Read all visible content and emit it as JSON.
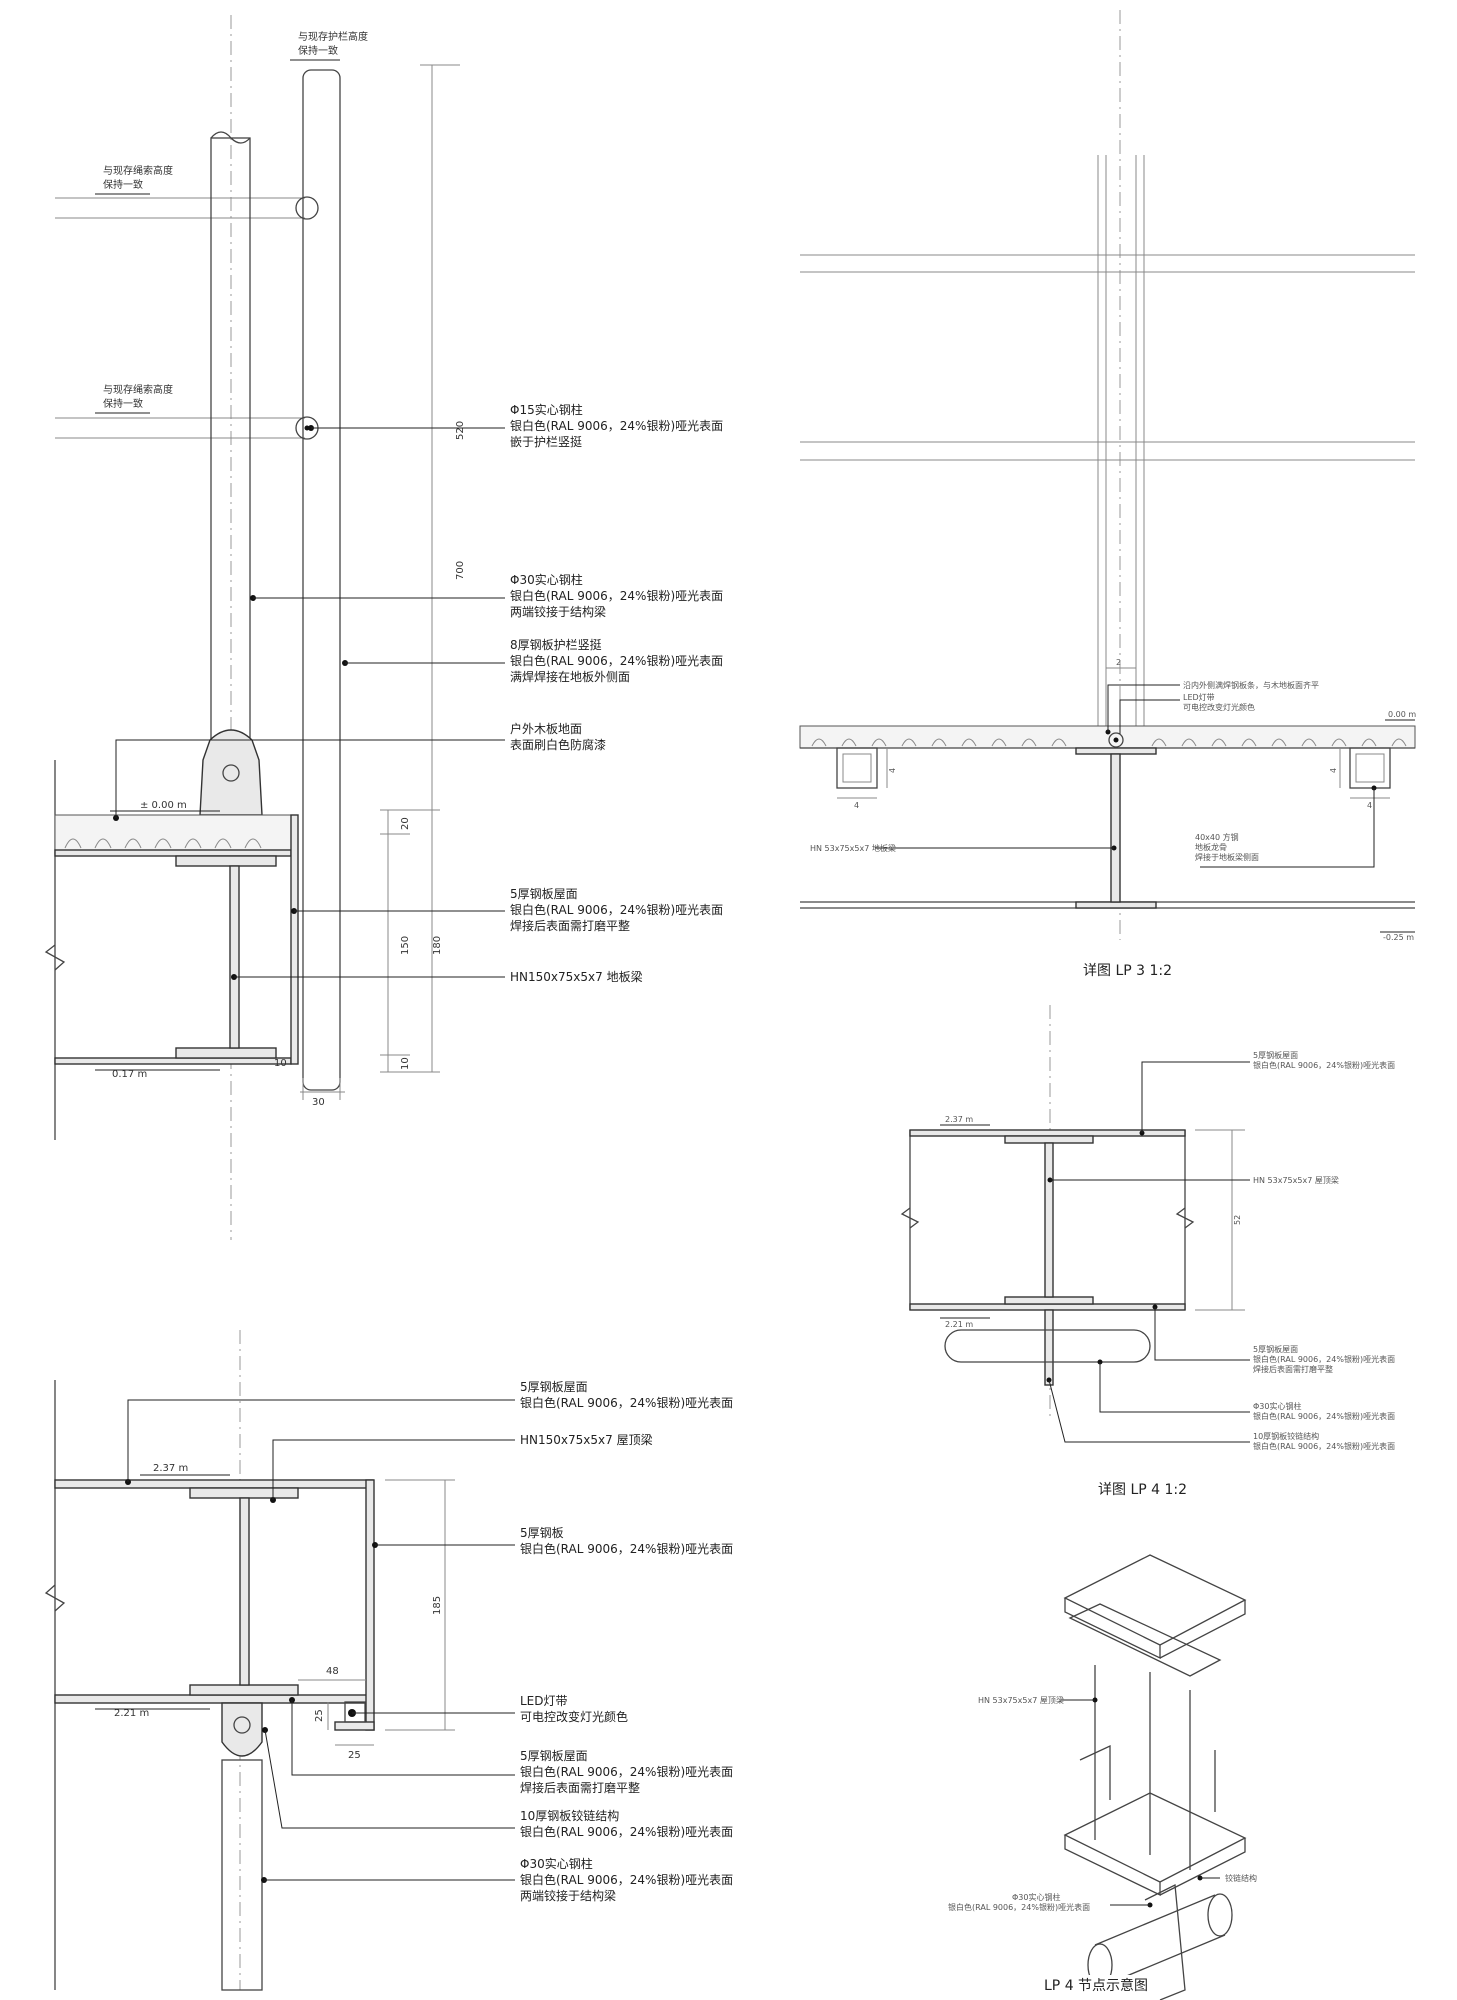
{
  "detail_a": {
    "note_top": [
      "与现存护栏高度",
      "保持一致"
    ],
    "note_cable1": [
      "与现存绳索高度",
      "保持一致"
    ],
    "note_cable2": [
      "与现存绳索高度",
      "保持一致"
    ],
    "level_0": "± 0.00 m",
    "level_017": "0.17 m",
    "dims": {
      "d520": "520",
      "d700": "700",
      "d20": "20",
      "d150": "150",
      "d180": "180",
      "d10a": "10",
      "d10b": "10",
      "d30": "30"
    },
    "callouts": [
      {
        "lines": [
          "Φ15实心钢柱",
          "银白色(RAL 9006，24%银粉)哑光表面",
          "嵌于护栏竖挺"
        ]
      },
      {
        "lines": [
          "Φ30实心钢柱",
          "银白色(RAL 9006，24%银粉)哑光表面",
          "两端铰接于结构梁"
        ]
      },
      {
        "lines": [
          "8厚钢板护栏竖挺",
          "银白色(RAL 9006，24%银粉)哑光表面",
          "满焊焊接在地板外侧面"
        ]
      },
      {
        "lines": [
          "户外木板地面",
          "表面刷白色防腐漆"
        ]
      },
      {
        "lines": [
          "5厚钢板屋面",
          "银白色(RAL 9006，24%银粉)哑光表面",
          "焊接后表面需打磨平整"
        ]
      },
      {
        "lines": [
          "HN150x75x5x7 地板梁"
        ]
      }
    ]
  },
  "detail_b": {
    "level_237": "2.37 m",
    "level_221": "2.21 m",
    "dims": {
      "d48": "48",
      "d185": "185",
      "d25a": "25",
      "d25b": "25"
    },
    "callouts": [
      {
        "lines": [
          "5厚钢板屋面",
          "银白色(RAL 9006，24%银粉)哑光表面"
        ]
      },
      {
        "lines": [
          "HN150x75x5x7 屋顶梁"
        ]
      },
      {
        "lines": [
          "5厚钢板",
          "银白色(RAL 9006，24%银粉)哑光表面"
        ]
      },
      {
        "lines": [
          "LED灯带",
          "可电控改变灯光颜色"
        ]
      },
      {
        "lines": [
          "5厚钢板屋面",
          "银白色(RAL 9006，24%银粉)哑光表面",
          "焊接后表面需打磨平整"
        ]
      },
      {
        "lines": [
          "10厚钢板铰链结构",
          "银白色(RAL 9006，24%银粉)哑光表面"
        ]
      },
      {
        "lines": [
          "Φ30实心钢柱",
          "银白色(RAL 9006，24%银粉)哑光表面",
          "两端铰接于结构梁"
        ]
      }
    ]
  },
  "detail_lp3": {
    "caption": "详图 LP 3 1:2",
    "dim_top": "2",
    "dim_l": "4",
    "dim_r": "4",
    "dim_bl": "4",
    "dim_br": "4",
    "level_r": "0.00 m",
    "level_br": "-0.25 m",
    "callouts": [
      {
        "lines": [
          "沿内外侧满焊钢板条，与木地板面齐平"
        ]
      },
      {
        "lines": [
          "LED灯带",
          "可电控改变灯光颜色"
        ]
      },
      {
        "lines": [
          "HN 53x75x5x7 地板梁"
        ]
      },
      {
        "lines": [
          "40x40 方钢",
          "地板龙骨",
          "焊接于地板梁侧面"
        ]
      }
    ]
  },
  "detail_lp4": {
    "caption": "详图 LP 4 1:2",
    "level_top": "2.37 m",
    "level_bot": "2.21 m",
    "dim_h": "52",
    "callouts": [
      {
        "lines": [
          "5厚钢板屋面",
          "银白色(RAL 9006，24%银粉)哑光表面"
        ]
      },
      {
        "lines": [
          "HN 53x75x5x7 屋顶梁"
        ]
      },
      {
        "lines": [
          "5厚钢板屋面",
          "银白色(RAL 9006，24%银粉)哑光表面",
          "焊接后表面需打磨平整"
        ]
      },
      {
        "lines": [
          "Φ30实心钢柱",
          "银白色(RAL 9006，24%银粉)哑光表面"
        ]
      },
      {
        "lines": [
          "10厚钢板铰链结构",
          "银白色(RAL 9006，24%银粉)哑光表面"
        ]
      }
    ]
  },
  "detail_node": {
    "caption": "LP 4 节点示意图",
    "callouts": [
      {
        "lines": [
          "HN 53x75x5x7 屋顶梁"
        ]
      },
      {
        "lines": [
          "Φ30实心钢柱",
          "银白色(RAL 9006，24%银粉)哑光表面"
        ]
      },
      {
        "lines": [
          "铰链结构"
        ]
      }
    ]
  }
}
